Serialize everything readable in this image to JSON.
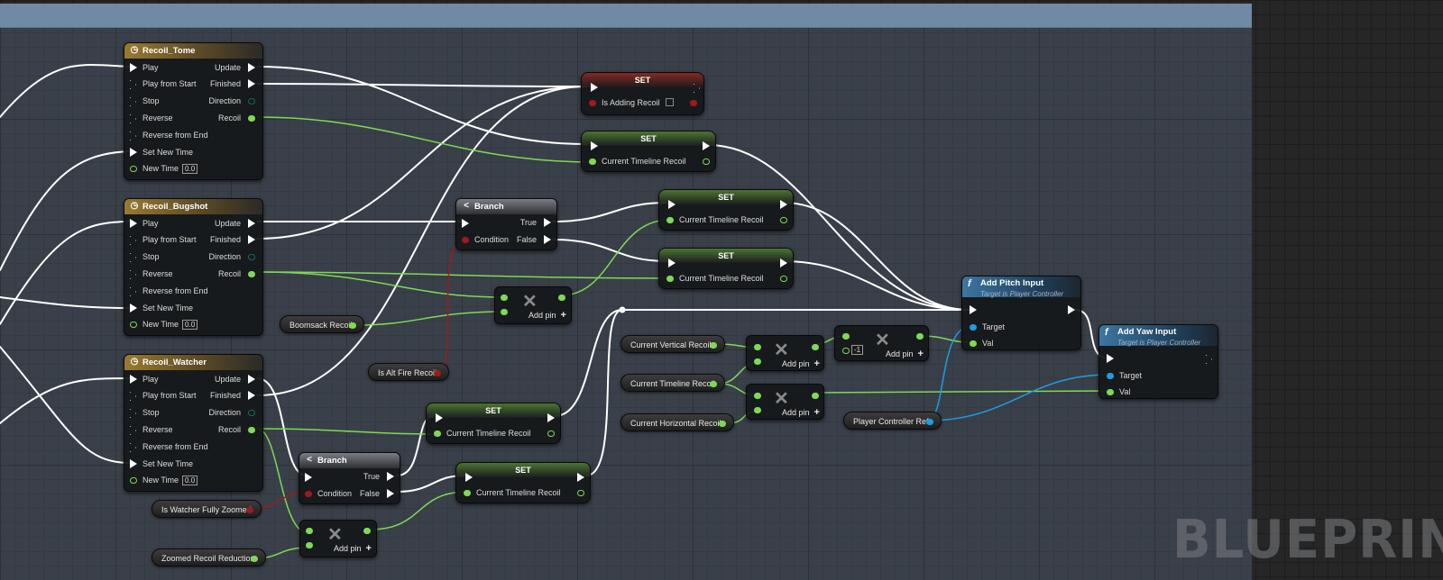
{
  "editor": {
    "watermark": "BLUEPRINT"
  },
  "timelines": [
    {
      "title": "Recoil_Tome"
    },
    {
      "title": "Recoil_Bugshot"
    },
    {
      "title": "Recoil_Watcher"
    }
  ],
  "timeline_pins": {
    "inputs": [
      "Play",
      "Play from Start",
      "Stop",
      "Reverse",
      "Reverse from End",
      "Set New Time",
      "New Time"
    ],
    "outputs": [
      "Update",
      "Finished",
      "Direction",
      "Recoil"
    ],
    "new_time_value": "0.0"
  },
  "branch": {
    "title": "Branch",
    "condition": "Condition",
    "true": "True",
    "false": "False"
  },
  "set_node": {
    "title": "SET",
    "current_timeline_recoil": "Current Timeline Recoil",
    "is_adding_recoil": "Is Adding Recoil"
  },
  "math": {
    "add_pin": "Add pin",
    "pitch_constant": "-1"
  },
  "functions": {
    "add_pitch": {
      "title": "Add Pitch Input",
      "subtitle": "Target is Player Controller"
    },
    "add_yaw": {
      "title": "Add Yaw Input",
      "subtitle": "Target is Player Controller"
    },
    "target": "Target",
    "val": "Val"
  },
  "variables": {
    "boomsack_recoil": "Boomsack Recoil",
    "is_alt_fire_recoil": "Is Alt Fire Recoil",
    "is_watcher_fully_zoomed": "Is Watcher Fully Zoomed",
    "zoomed_recoil_reduction": "Zoomed Recoil Reduction",
    "current_vertical_recoil": "Current Vertical Recoil",
    "current_timeline_recoil": "Current Timeline Recoil",
    "current_horizontal_recoil": "Current Horizontal Recoil",
    "player_controller_ref": "Player Controller Ref"
  },
  "colors": {
    "exec_wire": "#ffffff",
    "float_wire": "#7ed957",
    "bool_wire": "#9b1c1c",
    "object_wire": "#1f9de0",
    "timeline_header": "#9a7a31",
    "function_header": "#3c76a2",
    "graph_background": "#3a4049"
  }
}
